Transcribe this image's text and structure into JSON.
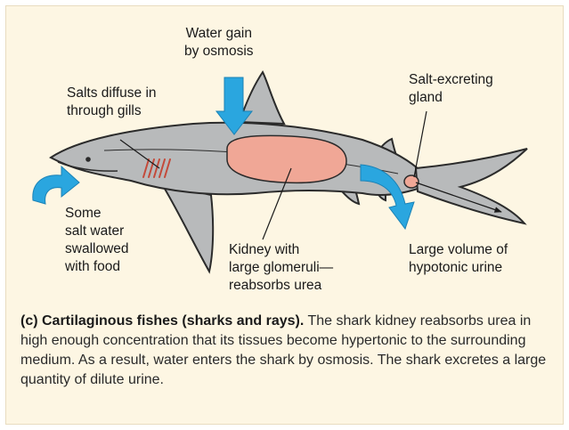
{
  "labels": {
    "water_gain": "Water gain\nby osmosis",
    "salts_diffuse": "Salts diffuse in\nthrough gills",
    "salt_gland": "Salt-excreting\ngland",
    "salt_water": "Some\nsalt water\nswallowed\nwith food",
    "kidney": "Kidney with\nlarge glomeruli—\nreabsorbs urea",
    "urine": "Large volume of\nhypotonic urine"
  },
  "caption": {
    "heading": "(c) Cartilaginous fishes (sharks and rays).",
    "body": " The shark kidney reabsorbs urea in high enough concentration that its tissues become hypertonic to the surrounding medium. As a result, water enters the shark by osmosis. The shark excretes a large quantity of dilute urine."
  },
  "colors": {
    "background": "#fdf6e3",
    "shark_body": "#b8babb",
    "kidney": "#f0a796",
    "arrow": "#2aa6df"
  }
}
